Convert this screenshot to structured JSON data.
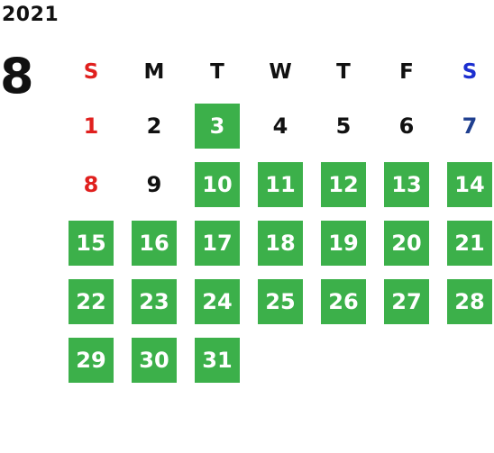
{
  "year": "2021",
  "month": "8",
  "weekdays": [
    "S",
    "M",
    "T",
    "W",
    "T",
    "F",
    "S"
  ],
  "weeks": [
    [
      "",
      "",
      "",
      "",
      "",
      "",
      ""
    ],
    [
      "1",
      "2",
      "3",
      "4",
      "5",
      "6",
      "7"
    ],
    [
      "8",
      "9",
      "10",
      "11",
      "12",
      "13",
      "14"
    ],
    [
      "15",
      "16",
      "17",
      "18",
      "19",
      "20",
      "21"
    ],
    [
      "22",
      "23",
      "24",
      "25",
      "26",
      "27",
      "28"
    ],
    [
      "29",
      "30",
      "31",
      "",
      "",
      "",
      ""
    ]
  ],
  "highlighted_days": [
    "3",
    "10",
    "11",
    "12",
    "13",
    "14",
    "15",
    "16",
    "17",
    "18",
    "19",
    "20",
    "21",
    "22",
    "23",
    "24",
    "25",
    "26",
    "27",
    "28",
    "29",
    "30",
    "31"
  ],
  "colors": {
    "highlight": "#3cb04a",
    "sunday": "#e0201e",
    "saturday_header": "#1c2fd0",
    "saturday_day": "#1f3f8f",
    "text": "#111111"
  }
}
